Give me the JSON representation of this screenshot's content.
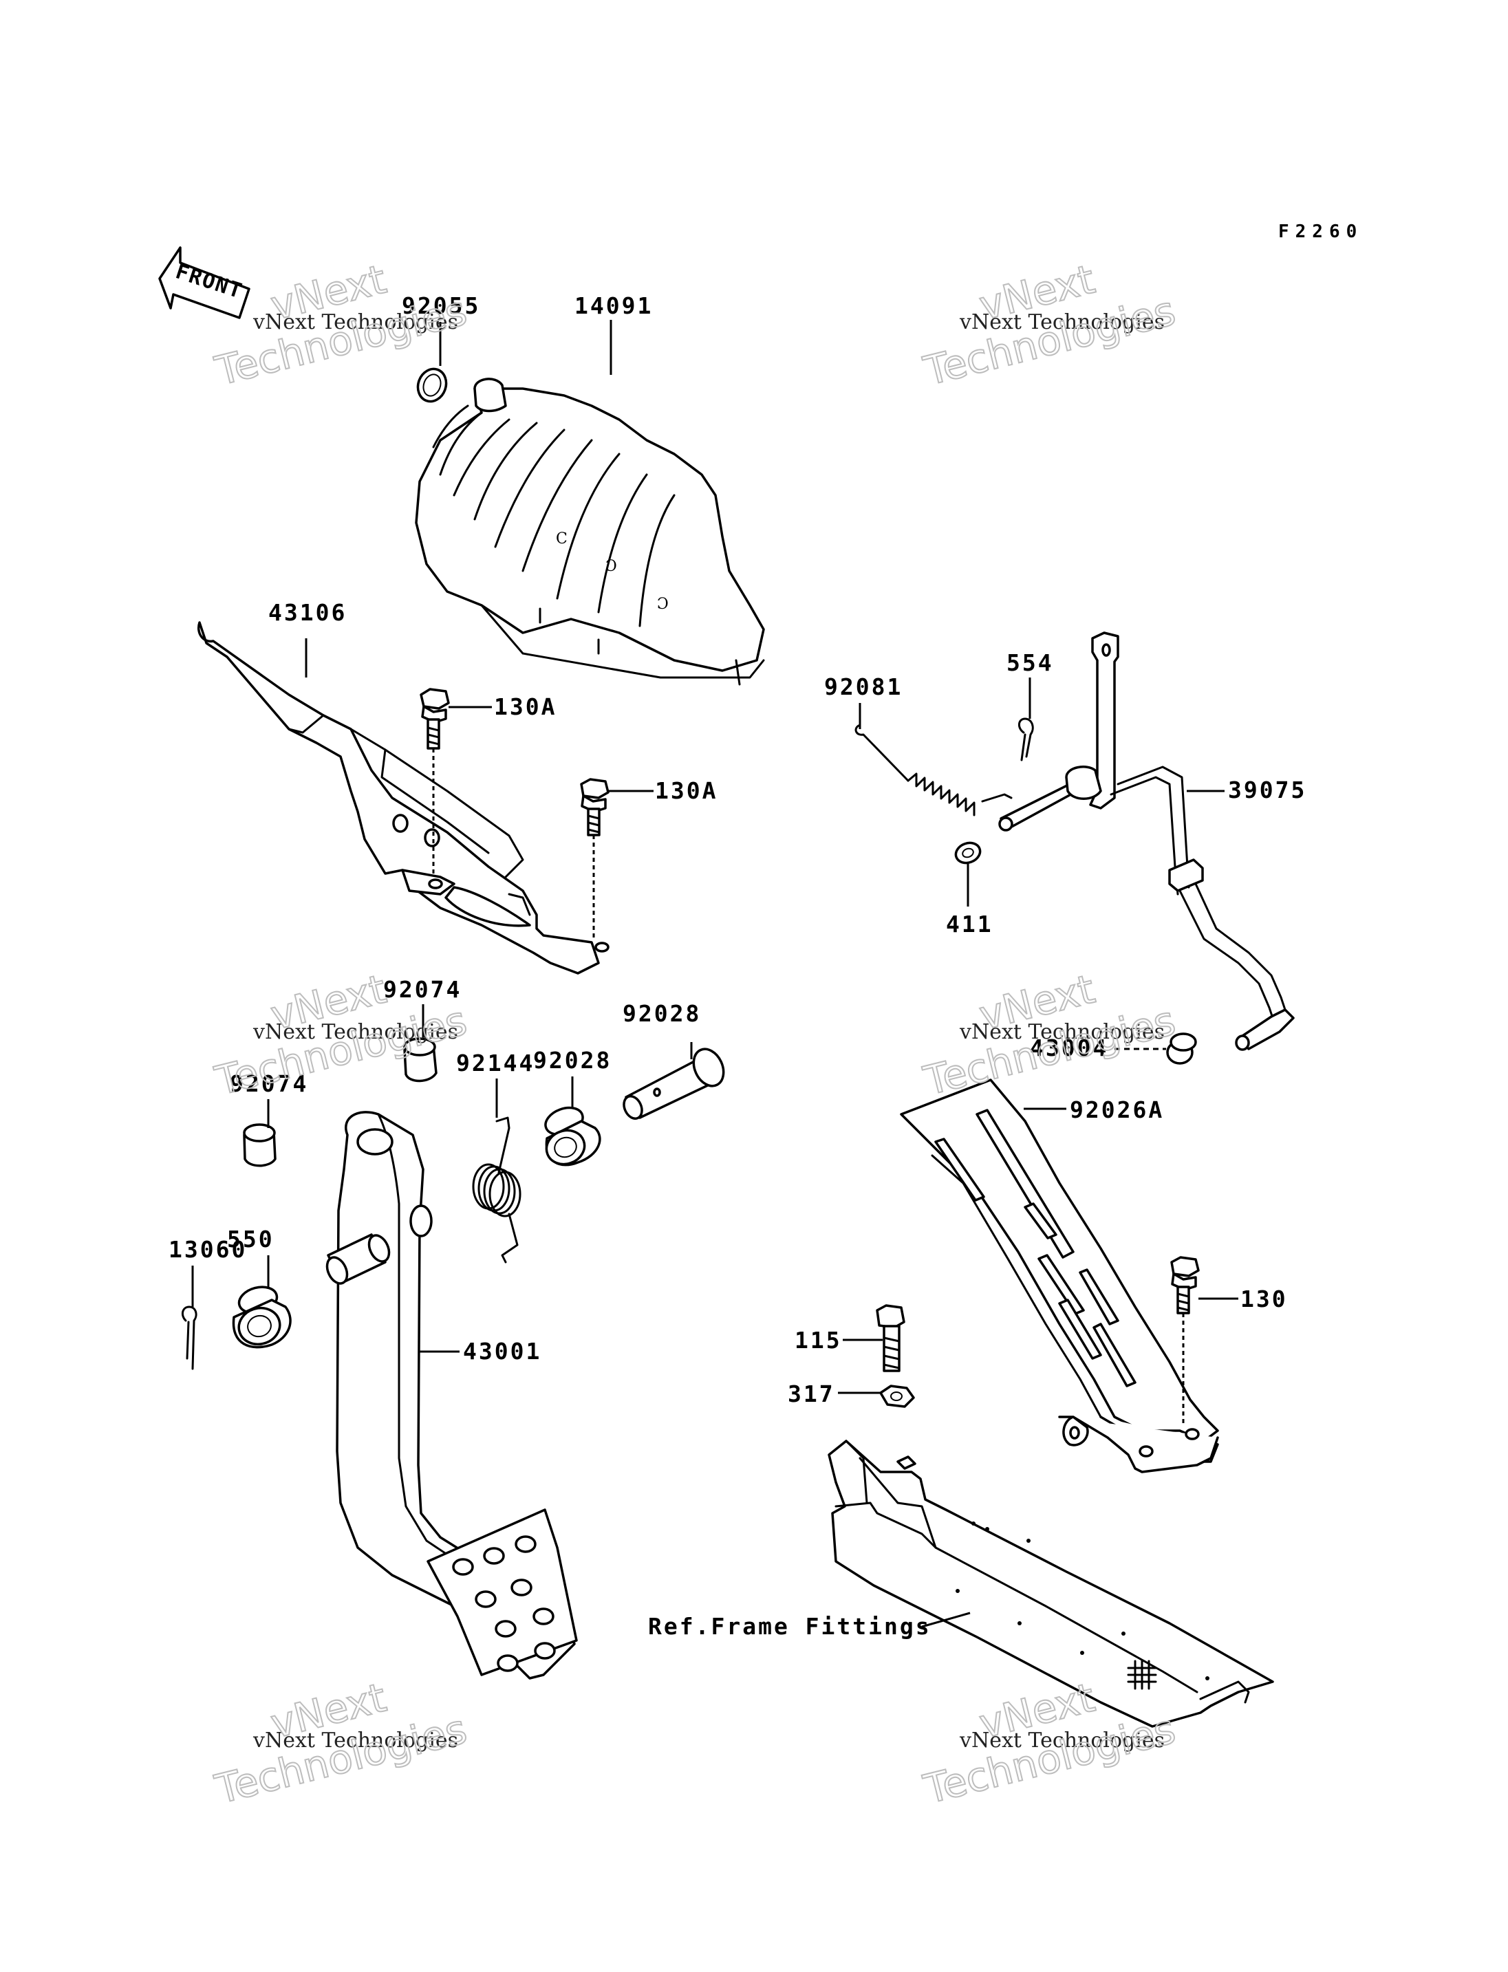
{
  "figure_code": "F2260",
  "front_arrow": {
    "icon": "front-arrow-icon",
    "label": "FRONT"
  },
  "watermark": {
    "line1": "vNext Technologies",
    "line2": "vNext",
    "line3": "Technologies"
  },
  "parts": [
    {
      "id": "92055",
      "label": "92055"
    },
    {
      "id": "14091",
      "label": "14091"
    },
    {
      "id": "43106",
      "label": "43106"
    },
    {
      "id": "130A_upper",
      "label": "130A"
    },
    {
      "id": "130A_lower",
      "label": "130A"
    },
    {
      "id": "92081",
      "label": "92081"
    },
    {
      "id": "554",
      "label": "554"
    },
    {
      "id": "39075",
      "label": "39075"
    },
    {
      "id": "411",
      "label": "411"
    },
    {
      "id": "92074_upper",
      "label": "92074"
    },
    {
      "id": "92074_lower",
      "label": "92074"
    },
    {
      "id": "92144",
      "label": "92144"
    },
    {
      "id": "92028_upper",
      "label": "92028"
    },
    {
      "id": "92028_lower",
      "label": "92028"
    },
    {
      "id": "43004",
      "label": "43004"
    },
    {
      "id": "92026A",
      "label": "92026A"
    },
    {
      "id": "13060",
      "label": "13060"
    },
    {
      "id": "550",
      "label": "550"
    },
    {
      "id": "43001",
      "label": "43001"
    },
    {
      "id": "130",
      "label": "130"
    },
    {
      "id": "115",
      "label": "115"
    },
    {
      "id": "317",
      "label": "317"
    },
    {
      "id": "ref_frame",
      "label": "Ref.Frame Fittings"
    }
  ]
}
